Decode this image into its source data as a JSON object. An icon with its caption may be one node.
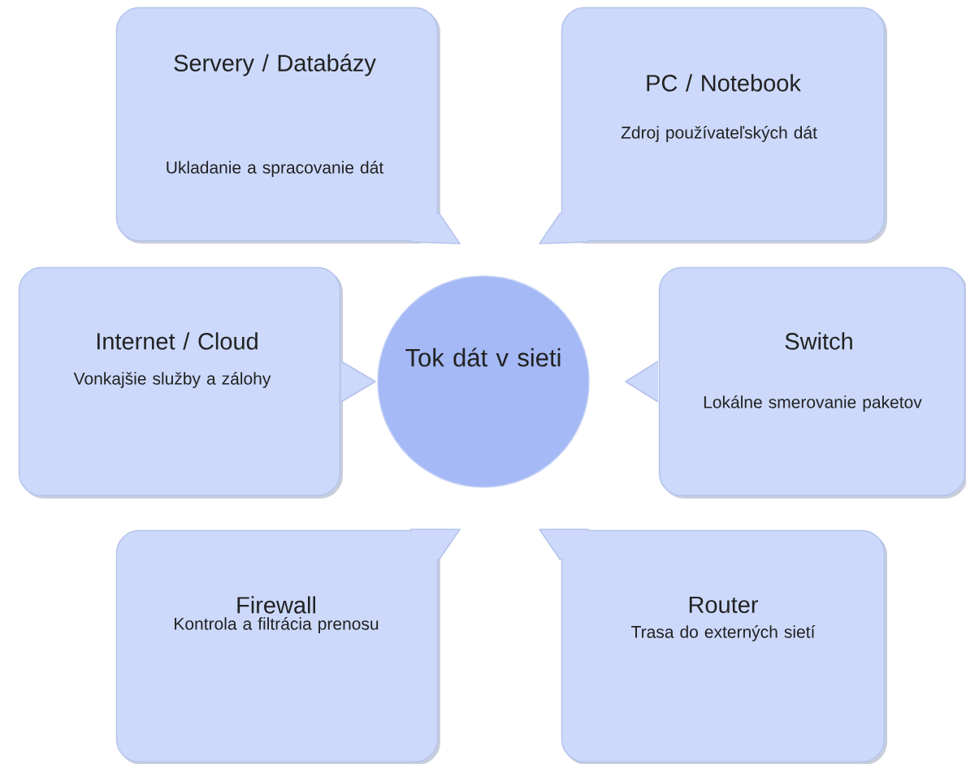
{
  "diagram": {
    "nodes": [
      {
        "text": [
          "Servery / Databázy",
          "Ukladanie a spracovanie dát"
        ]
      },
      {
        "text": [
          "PC / Notebook",
          "Zdroj používateľských dát"
        ]
      },
      {
        "text": [
          "Internet / Cloud",
          "Vonkajšie služby a zálohy"
        ]
      },
      {
        "text": [
          "Tok dát v sieti"
        ]
      },
      {
        "text": [
          "Switch",
          "Lokálne smerovanie paketov"
        ]
      },
      {
        "text": [
          "Firewall",
          "Kontrola a filtrácia prenosu"
        ]
      },
      {
        "text": [
          "Router",
          "Trasa do externých sietí"
        ]
      }
    ]
  }
}
